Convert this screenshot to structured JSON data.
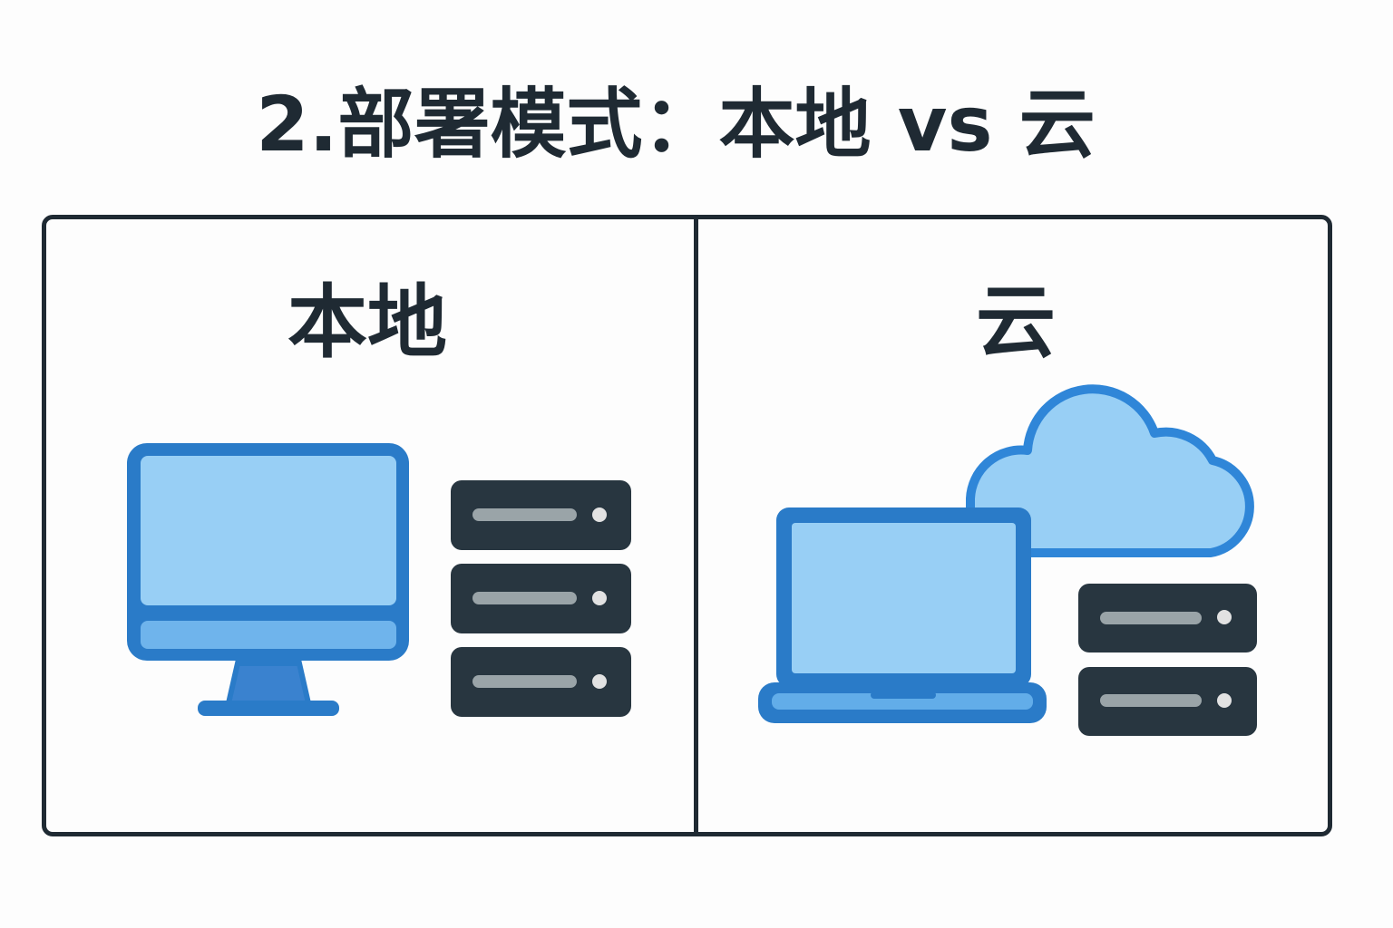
{
  "title": "2.部署模式：本地 vs 云",
  "panels": [
    {
      "label": "本地",
      "icons": [
        "desktop-monitor-icon",
        "server-rack-icon"
      ]
    },
    {
      "label": "云",
      "icons": [
        "cloud-icon",
        "laptop-icon",
        "server-rack-icon"
      ]
    }
  ],
  "colors": {
    "dark": "#1f2a33",
    "blue": "#2a7bc8",
    "light_blue": "#98cff5",
    "server": "#283640"
  }
}
